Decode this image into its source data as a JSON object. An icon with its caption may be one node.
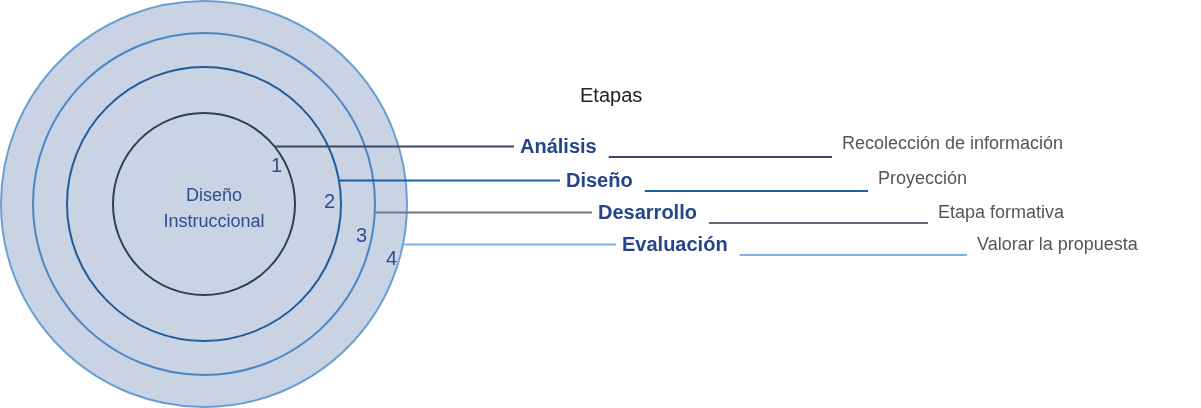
{
  "diagram": {
    "title": "Etapas",
    "nodes": [
      {
        "text": [
          "4"
        ]
      },
      {
        "text": [
          "3"
        ],
        "in": 0
      },
      {
        "text": [
          "2"
        ],
        "in": 1
      },
      {
        "text": [
          "Diseño Instruccional",
          "1"
        ],
        "in": 2
      },
      {
        "text": [
          "Análisis"
        ]
      },
      {
        "text": [
          "Diseño"
        ]
      },
      {
        "text": [
          "Desarrollo"
        ]
      },
      {
        "text": [
          "Evaluación"
        ]
      },
      {
        "text": [
          "Recolección de información"
        ]
      },
      {
        "text": [
          "Proyección"
        ]
      },
      {
        "text": [
          "Etapa formativa"
        ]
      },
      {
        "text": [
          "Valorar la propuesta"
        ]
      }
    ],
    "edges": [
      {
        "from": 3,
        "to": 4,
        "arrow": "none",
        "color": "#3b4a60"
      },
      {
        "from": 2,
        "to": 5,
        "arrow": "none",
        "color": "#1f5fa6"
      },
      {
        "from": 1,
        "to": 6,
        "arrow": "none",
        "color": "#6d7a89"
      },
      {
        "from": 0,
        "to": 7,
        "arrow": "none",
        "color": "#7fb2e5"
      },
      {
        "from": 4,
        "to": 8,
        "arrow": "none",
        "color": "#3b4a60"
      },
      {
        "from": 5,
        "to": 9,
        "arrow": "none",
        "color": "#1f5fa6"
      },
      {
        "from": 6,
        "to": 10,
        "arrow": "none",
        "color": "#5f6b78"
      },
      {
        "from": 7,
        "to": 11,
        "arrow": "none",
        "color": "#7fb2e5"
      }
    ]
  }
}
